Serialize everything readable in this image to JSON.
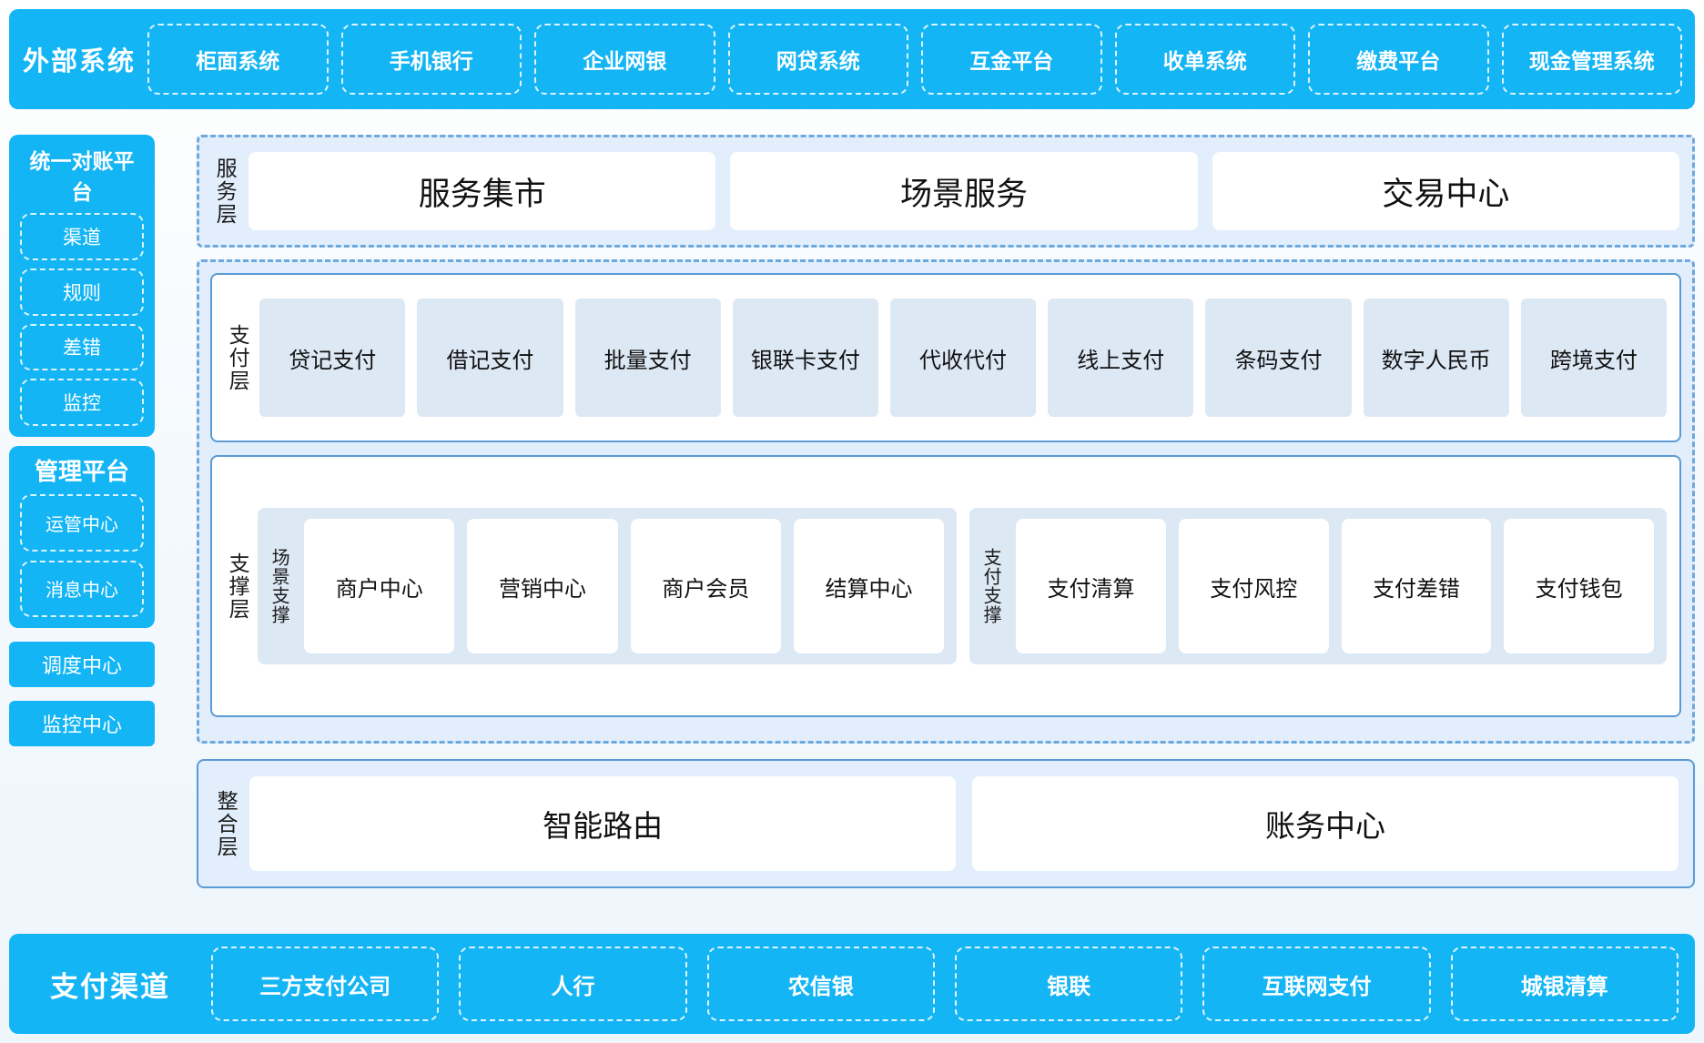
{
  "external": {
    "title": "外部系统",
    "items": [
      "柜面系统",
      "手机银行",
      "企业网银",
      "网贷系统",
      "互金平台",
      "收单系统",
      "缴费平台",
      "现金管理系统"
    ]
  },
  "left": {
    "recon_platform": {
      "title": "统一对账平台",
      "items": [
        "渠道",
        "规则",
        "差错",
        "监控"
      ]
    },
    "mgmt_platform": {
      "title": "管理平台",
      "items": [
        "运管中心",
        "消息中心"
      ]
    },
    "buttons": [
      "调度中心",
      "监控中心"
    ]
  },
  "service_layer": {
    "label": "服务层",
    "cards": [
      "服务集市",
      "场景服务",
      "交易中心"
    ]
  },
  "payment_layer": {
    "label": "支付层",
    "tiles": [
      "贷记支付",
      "借记支付",
      "批量支付",
      "银联卡支付",
      "代收代付",
      "线上支付",
      "条码支付",
      "数字人民币",
      "跨境支付"
    ]
  },
  "support_layer": {
    "label": "支撑层",
    "groups": [
      {
        "label": "场景支撑",
        "cards": [
          "商户中心",
          "营销中心",
          "商户会员",
          "结算中心"
        ]
      },
      {
        "label": "支付支撑",
        "cards": [
          "支付清算",
          "支付风控",
          "支付差错",
          "支付钱包"
        ]
      }
    ]
  },
  "integration_layer": {
    "label": "整合层",
    "cards": [
      "智能路由",
      "账务中心"
    ]
  },
  "channels": {
    "title": "支付渠道",
    "items": [
      "三方支付公司",
      "人行",
      "农信银",
      "银联",
      "互联网支付",
      "城银清算"
    ]
  },
  "colors": {
    "brand_blue": "#13b5f5",
    "dash_blue": "#6ea8dc",
    "panel_blue": "#e2eefb",
    "tile_blue": "#dde8f5",
    "solid_border": "#5b9bd5"
  }
}
